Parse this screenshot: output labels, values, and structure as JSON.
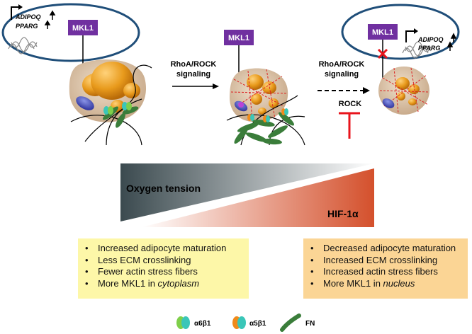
{
  "genes": {
    "adipoq": "ADIPOQ",
    "pparg": "PPARG"
  },
  "mkl1_label": "MKL1",
  "signaling_left": {
    "line1": "RhoA/ROCK",
    "line2": "signaling"
  },
  "signaling_right": {
    "line1": "RhoA/ROCK",
    "line2": "signaling"
  },
  "rock_label": "ROCK",
  "gradient": {
    "oxygen_label": "Oxygen tension",
    "hif_label": "HIF-1α"
  },
  "left_box": {
    "items": [
      {
        "text": "Increased adipocyte maturation"
      },
      {
        "text": "Less ECM crosslinking"
      },
      {
        "text": "Fewer actin stress fibers"
      },
      {
        "text": "More MKL1 in ",
        "em": "cytoplasm"
      }
    ]
  },
  "right_box": {
    "items": [
      {
        "text": "Decreased adipocyte maturation"
      },
      {
        "text": "Increased ECM crosslinking"
      },
      {
        "text": "Increased actin stress fibers"
      },
      {
        "text": "More MKL1 in ",
        "em": "nucleus"
      }
    ]
  },
  "legend": [
    {
      "label": "α6β1",
      "icon": "integrin-a6b1-icon"
    },
    {
      "label": "α5β1",
      "icon": "integrin-a5b1-icon"
    },
    {
      "label": "FN",
      "icon": "fibronectin-icon"
    }
  ],
  "colors": {
    "nucleus_outline": "#1f4e79",
    "mkl1": "#7030a0",
    "inhibit": "#e8141c",
    "fiber": "#3a7d3a",
    "oxygen_dark": "#3b4a4f",
    "hif": "#d85a36",
    "left_box": "#fdf7a8",
    "right_box": "#fbd595"
  }
}
